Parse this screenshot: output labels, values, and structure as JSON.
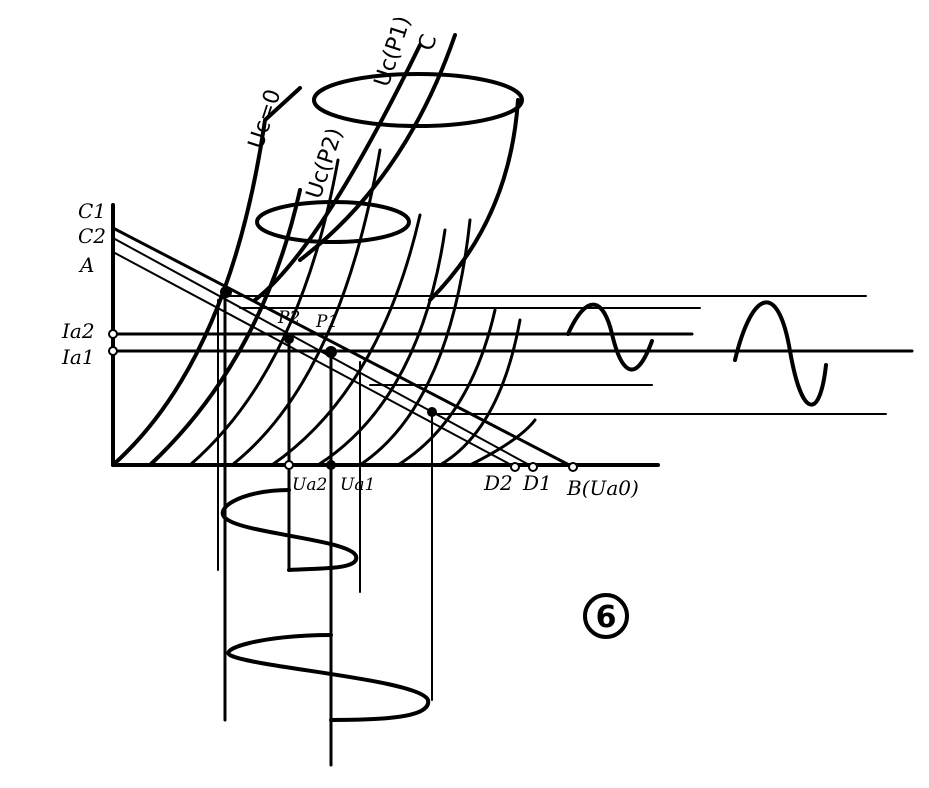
{
  "figure": {
    "number_label": "6",
    "labels": {
      "c1": "C1",
      "c2": "C2",
      "a": "A",
      "ia2": "Ia2",
      "ia1": "Ia1",
      "p2": "P2",
      "p1": "P1",
      "ua2": "Ua2",
      "ua1": "Ua1",
      "d2": "D2",
      "d1": "D1",
      "b": "B(Ua0)",
      "uc0": "Uc=0",
      "ucp2": "Uc(P2)",
      "ucp1": "Uc(P1)",
      "c": "C"
    }
  }
}
